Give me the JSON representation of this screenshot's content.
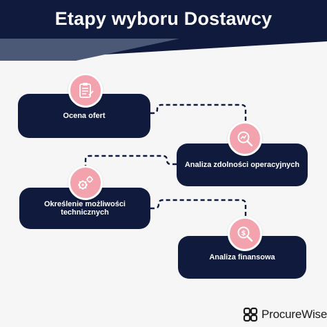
{
  "header": {
    "title": "Etapy wyboru Dostawcy",
    "background_color": "#0f1a3c",
    "accent_color": "#4b5876"
  },
  "steps": [
    {
      "label": "Ocena ofert",
      "icon": "clipboard-checklist-icon"
    },
    {
      "label": "Analiza zdolności operacyjnych",
      "icon": "magnifier-chart-icon"
    },
    {
      "label": "Określenie możliwości technicznych",
      "icon": "gears-icon"
    },
    {
      "label": "Analiza finansowa",
      "icon": "money-magnifier-icon"
    }
  ],
  "colors": {
    "box": "#0f1a3c",
    "badge": "#f2a3ad",
    "connector": "#0f1a3c",
    "page_background": "#f6f6f7"
  },
  "brand": {
    "name": "ProcureWise",
    "icon": "procurewise-logo-icon"
  }
}
